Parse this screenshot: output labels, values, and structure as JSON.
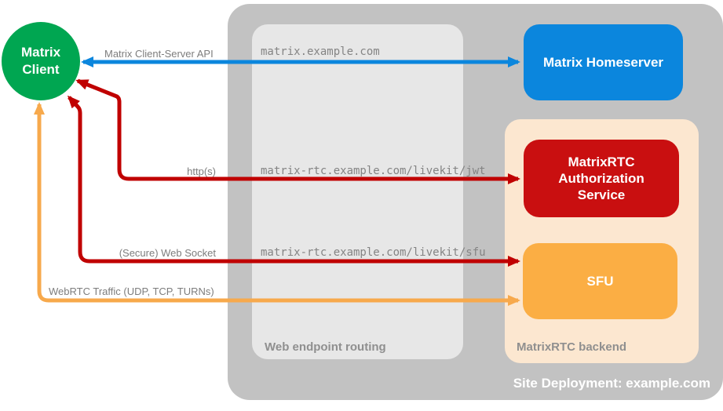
{
  "diagram": {
    "site_label": "Site Deployment: example.com",
    "containers": {
      "routing": {
        "label": "Web endpoint routing"
      },
      "backend": {
        "label": "MatrixRTC backend"
      }
    },
    "nodes": {
      "client": {
        "label": "Matrix Client",
        "color": "#00a651"
      },
      "homeserver": {
        "label": "Matrix Homeserver",
        "color": "#0b86dd"
      },
      "auth": {
        "label": "MatrixRTC Authorization Service",
        "color": "#c90f10"
      },
      "sfu": {
        "label": "SFU",
        "color": "#fbae44"
      }
    },
    "edges": {
      "client_server_api": {
        "label": "Matrix Client-Server API",
        "route": "matrix.example.com",
        "color": "#0b86dd",
        "from": "Matrix Client",
        "to": "Matrix Homeserver"
      },
      "http": {
        "label": "http(s)",
        "route": "matrix-rtc.example.com/livekit/jwt",
        "color": "#c00000",
        "from": "Matrix Client",
        "to": "MatrixRTC Authorization Service"
      },
      "websocket": {
        "label": "(Secure) Web Socket",
        "route": "matrix-rtc.example.com/livekit/sfu",
        "color": "#c00000",
        "from": "Matrix Client",
        "to": "SFU"
      },
      "webrtc": {
        "label": "WebRTC Traffic (UDP, TCP, TURNs)",
        "route": "",
        "color": "#f7a94c",
        "from": "Matrix Client",
        "to": "SFU"
      }
    }
  }
}
